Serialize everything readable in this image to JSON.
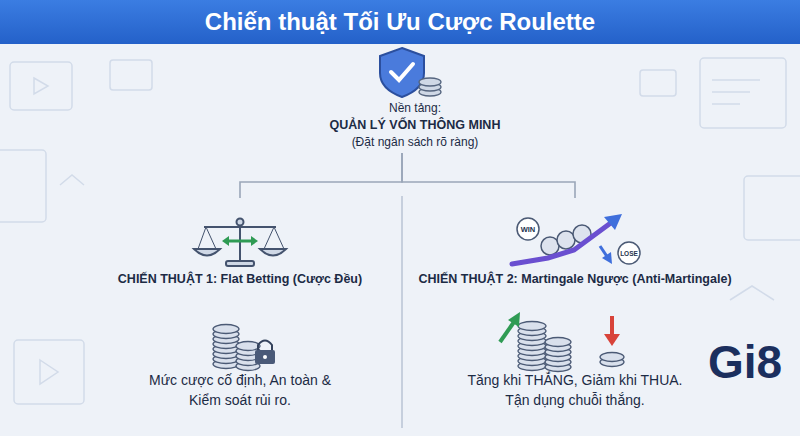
{
  "diagram": {
    "title": "Chiến thuật Tối Ưu Cược Roulette",
    "nodes": [
      {
        "text": [
          "Nền tảng:",
          "QUẢN LÝ VỐN THÔNG MINH",
          "(Đặt ngân sách rõ ràng)"
        ]
      },
      {
        "text": [
          "CHIẾN THUẬT 1: Flat Betting (Cược Đều)",
          "Mức cược cố định, An toàn & Kiểm soát rủi ro."
        ]
      },
      {
        "text": [
          "CHIẾN THUẬT 2: Martingale Ngược (Anti-Martingale)",
          "Tăng khi THẮNG, Giảm khi THUA. Tận dụng chuỗi thắng."
        ]
      }
    ],
    "edges": [
      {
        "from": 0,
        "to": 1,
        "arrow": "none"
      },
      {
        "from": 0,
        "to": 2,
        "arrow": "none"
      }
    ],
    "labels": [
      "WIN",
      "LOSE",
      "Gi8"
    ]
  }
}
